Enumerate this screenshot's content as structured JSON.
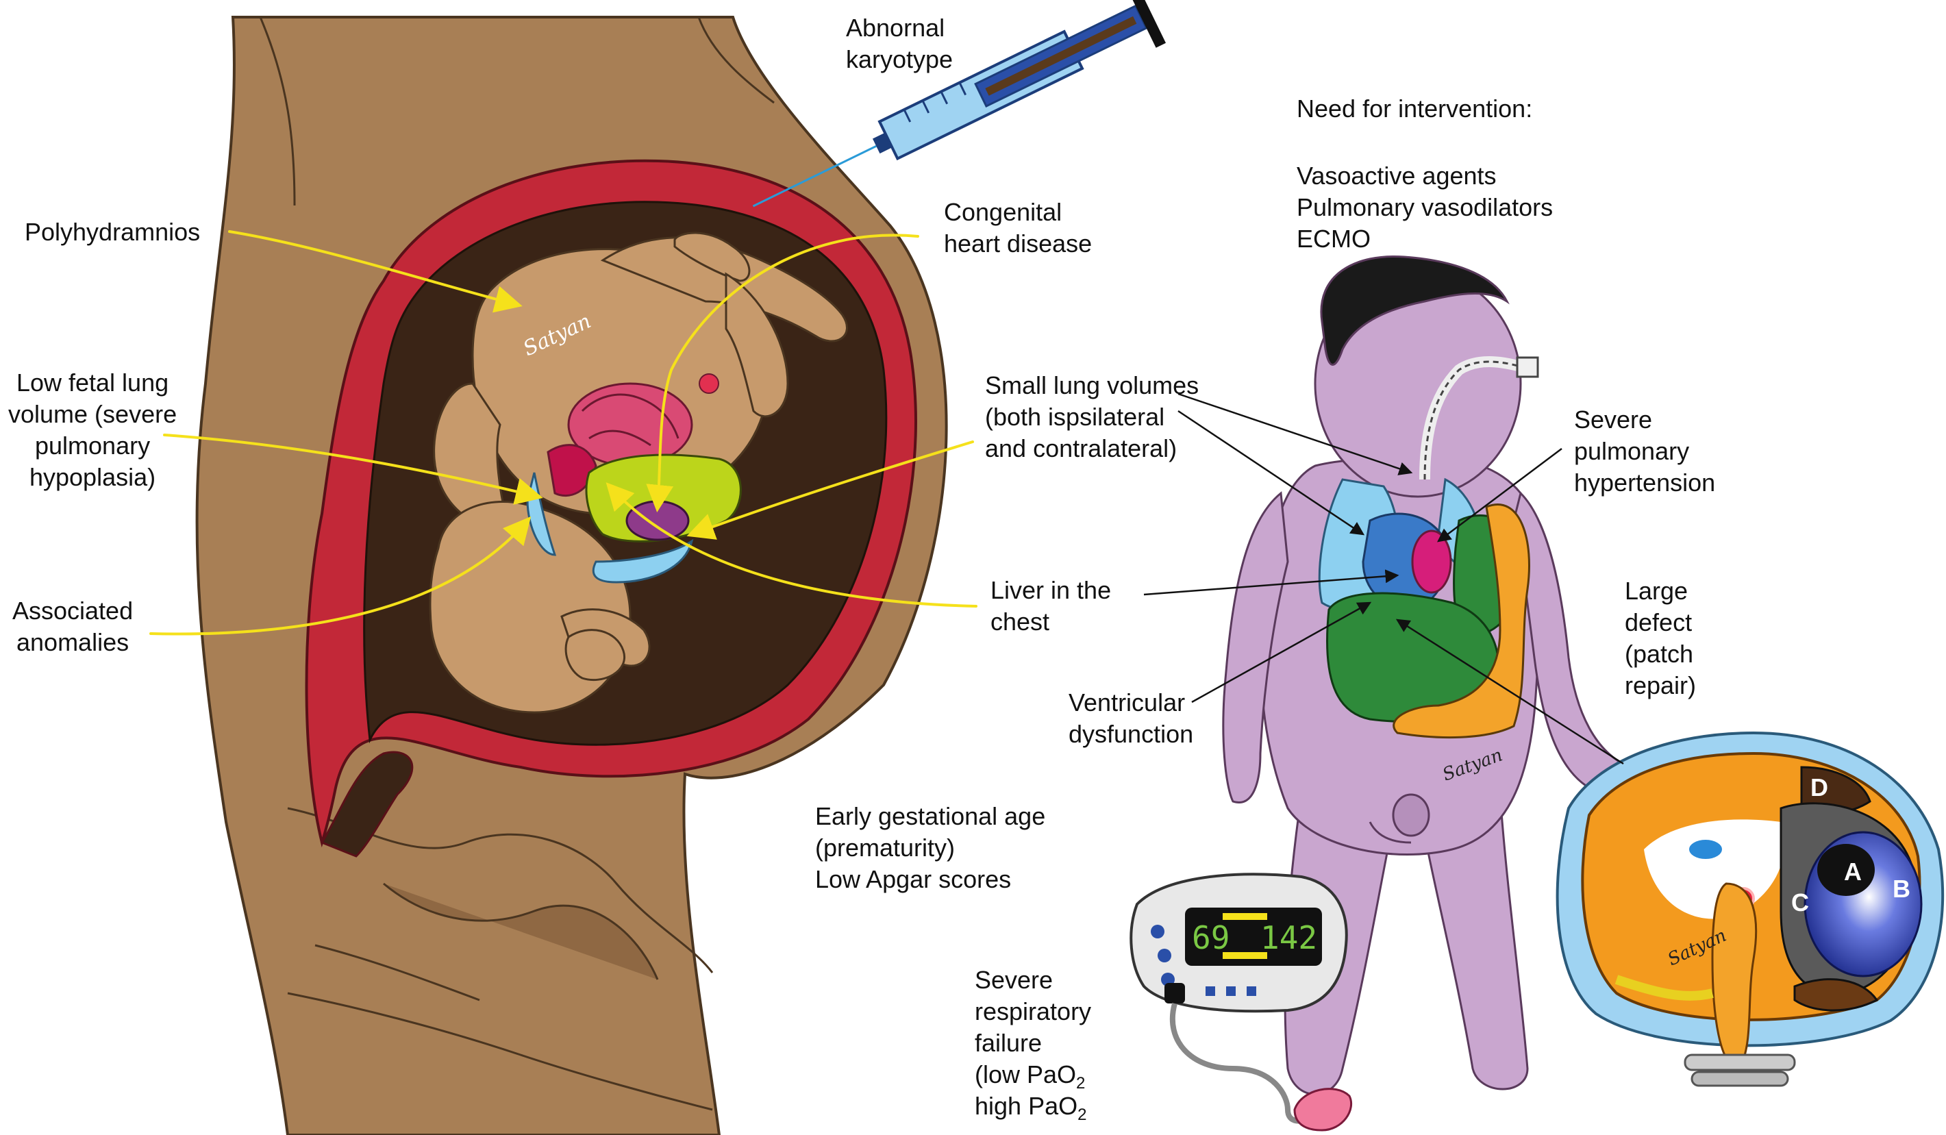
{
  "labels": {
    "abnormal_karyotype": [
      "Abnornal",
      "karyotype"
    ],
    "need_intervention_title": "Need for intervention:",
    "intervention_items": [
      "Vasoactive agents",
      "Pulmonary vasodilators",
      "ECMO"
    ],
    "polyhydramnios": "Polyhydramnios",
    "congenital_heart_disease": [
      "Congenital",
      "heart disease"
    ],
    "low_fetal_lung_volume": [
      "Low fetal lung",
      "volume (severe",
      "pulmonary",
      "hypoplasia)"
    ],
    "small_lung_volumes": [
      "Small lung volumes",
      "(both ispsilateral",
      "and contralateral)"
    ],
    "severe_pulmonary_hypertension": [
      "Severe",
      "pulmonary",
      "hypertension"
    ],
    "associated_anomalies": [
      "Associated",
      "anomalies"
    ],
    "liver_in_chest": [
      "Liver in the",
      "chest"
    ],
    "large_defect": [
      "Large",
      "defect",
      "(patch",
      "repair)"
    ],
    "ventricular_dysfunction": [
      "Ventricular",
      "dysfunction"
    ],
    "early_gestational_age": [
      "Early gestational age",
      "(prematurity)",
      "Low Apgar scores"
    ],
    "respiratory_failure": [
      "Severe",
      "respiratory",
      "failure"
    ],
    "pao2_low": {
      "prefix": "(low PaO",
      "sub": "2"
    },
    "pao2_high": {
      "prefix": "high PaO",
      "sub": "2"
    }
  },
  "monitor": {
    "value_left": "69",
    "value_right": "142"
  },
  "defect_regions": [
    "A",
    "B",
    "C",
    "D"
  ],
  "signatures": {
    "artist": "Satyan"
  },
  "colors": {
    "arrow_yellow": "#f5e11b",
    "maternal_skin": "#a87f55",
    "uterus_red": "#c22838",
    "amniotic_dark": "#3a2416",
    "fetus_skin": "#c79a6c",
    "infant_skin": "#c9a6cf",
    "liver_green": "#bcd51b",
    "lung_blue": "#8dd0f0",
    "bowel_orange": "#f3a32a",
    "diaphragm_orange": "#f39a1e"
  }
}
